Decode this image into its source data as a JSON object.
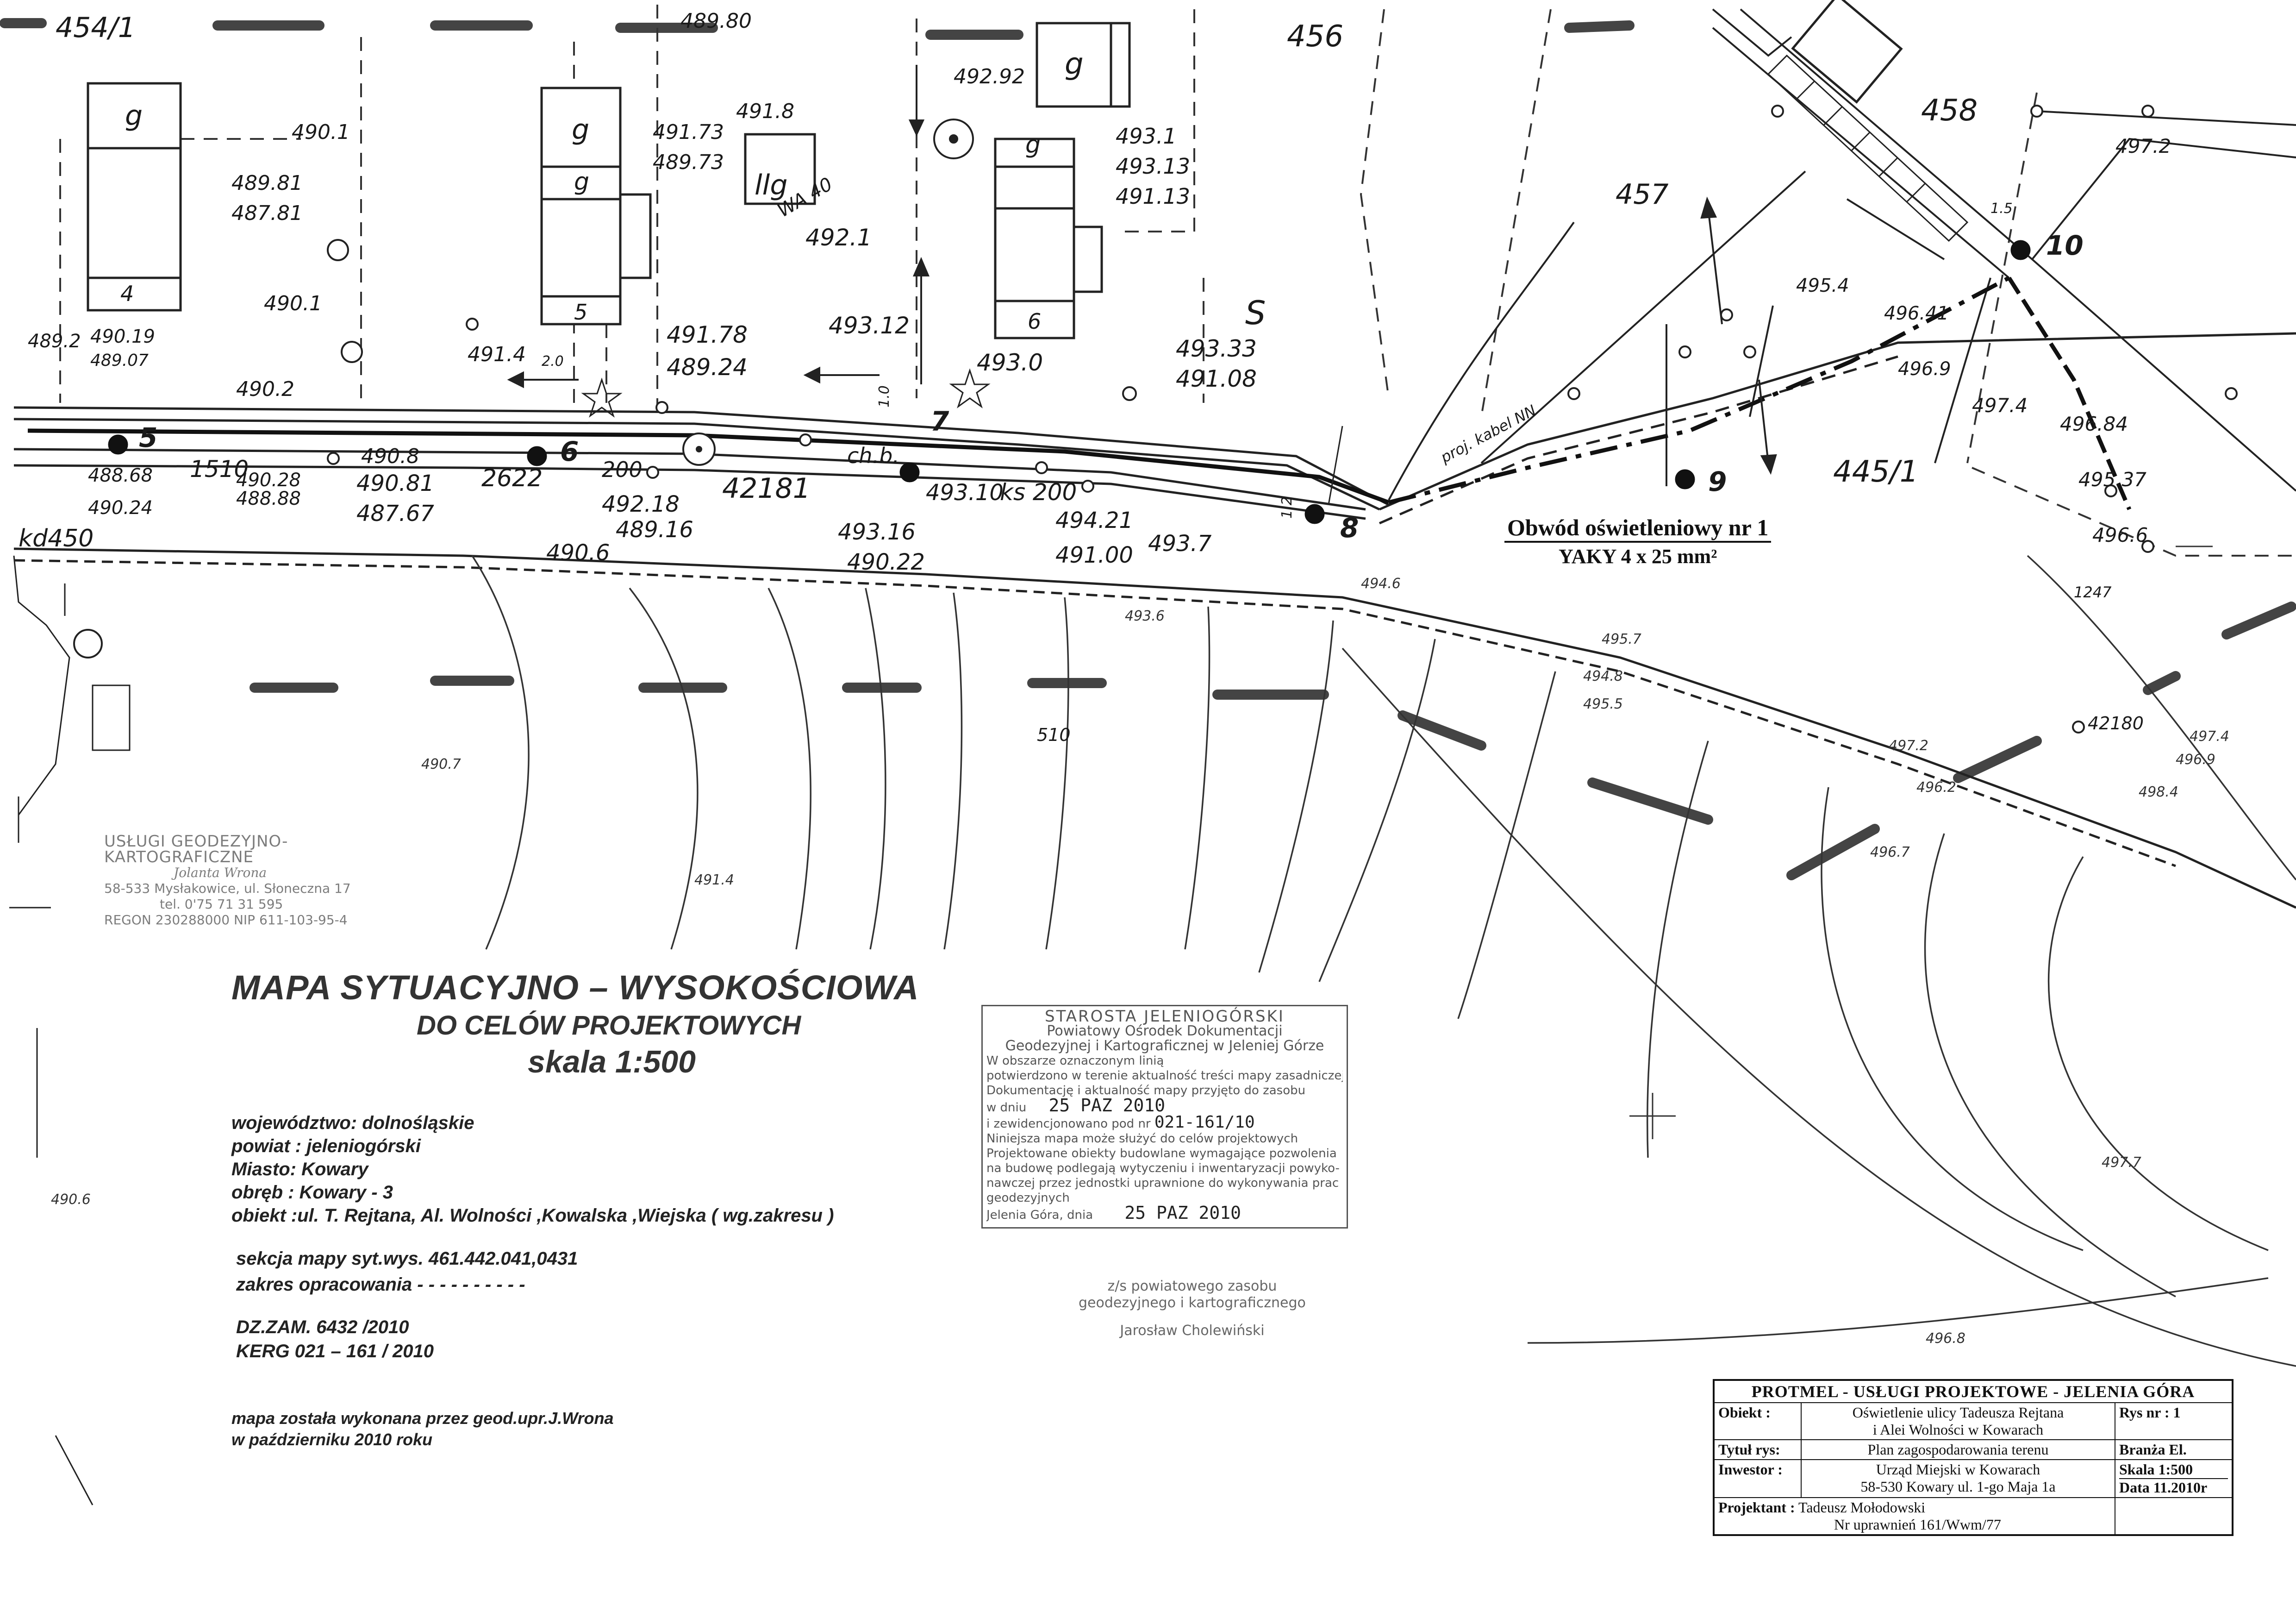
{
  "map": {
    "plot_numbers": [
      "454/1",
      "456",
      "457",
      "458",
      "445/1",
      "510"
    ],
    "building_labels": [
      "g",
      "g",
      "g",
      "llg",
      "g",
      "g",
      "4",
      "5",
      "6"
    ],
    "street_label": "S",
    "pole_labels": [
      "5",
      "6",
      "7",
      "8",
      "9",
      "10"
    ],
    "pipe_labels": [
      "kd450",
      "ks 200",
      "200",
      "2622",
      "1510",
      "42181",
      "42180",
      "1247"
    ],
    "elevations": [
      "489.80",
      "492.92",
      "491.8",
      "491.73",
      "489.73",
      "490.1",
      "489.81",
      "487.81",
      "490.1",
      "491.4",
      "491.78",
      "489.24",
      "493.12",
      "493.0",
      "493.33",
      "491.08",
      "493.1",
      "493.13",
      "491.13",
      "492.1",
      "490.2",
      "490.8",
      "490.81",
      "487.67",
      "492.18",
      "489.16",
      "493.16",
      "490.22",
      "494.21",
      "491.00",
      "493.7",
      "490.6",
      "490.28",
      "488.88",
      "490.24",
      "488.68",
      "489.2",
      "490.19",
      "489.07",
      "493.10",
      "495.4",
      "496.41",
      "496.9",
      "497.4",
      "496.84",
      "495.37",
      "496.6",
      "497.2",
      "494.6",
      "495.7",
      "494.8",
      "495.5",
      "497.2",
      "496.2",
      "496.7",
      "497.4",
      "496.9",
      "498.4",
      "490.7",
      "491.4",
      "490.6",
      "497.7",
      "496.8",
      "493.6"
    ],
    "cable_note": "proj. kabel NN",
    "wa_label": "WA 40",
    "ch_label": "ch.b.",
    "dim_labels": [
      "1.0",
      "2.0",
      "1.5",
      "1.2"
    ]
  },
  "circuit": {
    "name": "Obwód oświetleniowy nr 1",
    "cable": "YAKY 4 x 25 mm²"
  },
  "title": {
    "main": "MAPA SYTUACYJNO – WYSOKOŚCIOWA",
    "sub": "DO CELÓW PROJEKTOWYCH",
    "scale": "skala 1:500"
  },
  "location": {
    "voivodeship": "województwo: dolnośląskie",
    "county": "powiat : jeleniogórski",
    "city": "Miasto: Kowary",
    "district": "obręb : Kowary - 3",
    "object": "obiekt :ul. T. Rejtana, Al. Wolności ,Kowalska ,Wiejska  ( wg.zakresu )"
  },
  "section": {
    "sheet": "sekcja mapy syt.wys. 461.442.041,0431",
    "range": "zakres opracowania  - - - - - - - - - -"
  },
  "order": {
    "dz": "DZ.ZAM.   6432 /2010",
    "kerg": "KERG   021 – 161 / 2010"
  },
  "made_by": {
    "line1": "mapa została wykonana przez geod.upr.J.Wrona",
    "line2": "w październiku 2010 roku"
  },
  "surveyor_stamp": {
    "title": "USŁUGI GEODEZYJNO-KARTOGRAFICZNE",
    "name": "Jolanta Wrona",
    "address": "58-533 Mysłakowice, ul. Słoneczna 17",
    "phone": "tel. 0'75 71 31 595",
    "regon": "REGON 230288000  NIP 611-103-95-4"
  },
  "office_stamp": {
    "head": "STAROSTA JELENIOGÓRSKI",
    "sub1": "Powiatowy Ośrodek Dokumentacji",
    "sub2": "Geodezyjnej i Kartograficznej w Jeleniej Górze",
    "line1": "W obszarze oznaczonym linią",
    "line2": "potwierdzono w terenie aktualność treści mapy zasadniczej",
    "line3": "Dokumentację i aktualność mapy przyjęto do zasobu",
    "line4": "w dniu",
    "date1": "25 PAŹ 2010",
    "line5": "i zewidencjonowano pod nr",
    "reg_no": "021-161/10",
    "line6": "Niniejsza mapa może służyć do celów projektowych",
    "line7": "Projektowane obiekty budowlane wymagające pozwolenia",
    "line8": "na budowę podlegają wytyczeniu i inwentaryzacji powyko-",
    "line9": "nawczej przez jednostki uprawnione do wykonywania prac",
    "line10": "geodezyjnych",
    "line11": "Jelenia Góra, dnia",
    "date2": "25 PAŹ 2010",
    "sign1": "z/s powiatowego zasobu",
    "sign2": "geodezyjnego i kartograficznego",
    "sign3": "Jarosław Cholewiński"
  },
  "title_table": {
    "company": "PROTMEL - USŁUGI PROJEKTOWE - JELENIA GÓRA",
    "obiekt_label": "Obiekt :",
    "obiekt_value_1": "Oświetlenie ulicy Tadeusza Rejtana",
    "obiekt_value_2": "i Alei Wolności w Kowarach",
    "rys_nr": "Rys nr : 1",
    "tytul_label": "Tytuł rys:",
    "tytul_value": "Plan zagospodarowania terenu",
    "branza": "Branża  El.",
    "inwestor_label": "Inwestor :",
    "inwestor_value_1": "Urząd Miejski w Kowarach",
    "inwestor_value_2": "58-530 Kowary ul. 1-go Maja 1a",
    "skala": "Skala 1:500",
    "data": "Data 11.2010r",
    "projektant_label": "Projektant :",
    "projektant_value_1": "Tadeusz Mołodowski",
    "projektant_value_2": "Nr uprawnień 161/Wwm/77"
  }
}
